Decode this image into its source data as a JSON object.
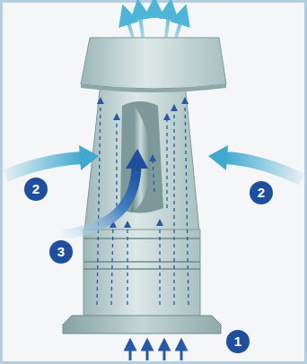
{
  "diagram": {
    "labels": [
      "2",
      "2",
      "3",
      "1"
    ]
  }
}
